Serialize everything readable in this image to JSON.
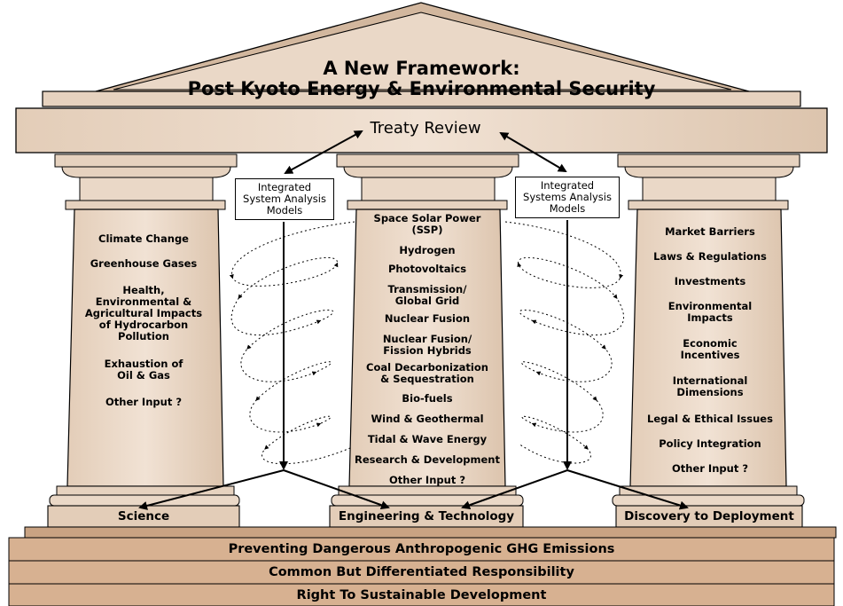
{
  "title": {
    "line1": "A New Framework:",
    "line2": "Post Kyoto Energy & Environmental Security"
  },
  "treaty_review": "Treaty Review",
  "models": {
    "left": [
      "Integrated",
      "System Analysis",
      "Models"
    ],
    "right": [
      "Integrated",
      "Systems Analysis",
      "Models"
    ]
  },
  "pillars": {
    "science": {
      "label": "Science",
      "items": [
        "Climate Change",
        "Greenhouse Gases",
        "Health,\nEnvironmental &\nAgricultural Impacts\nof Hydrocarbon\nPollution",
        "Exhaustion of\nOil & Gas",
        "Other Input ?"
      ]
    },
    "engineering": {
      "label": "Engineering & Technology",
      "items": [
        "Space Solar Power\n(SSP)",
        "Hydrogen",
        "Photovoltaics",
        "Transmission/\nGlobal Grid",
        "Nuclear Fusion",
        "Nuclear Fusion/\nFission Hybrids",
        "Coal Decarbonization\n& Sequestration",
        "Bio-fuels",
        "Wind & Geothermal",
        "Tidal & Wave Energy",
        "Research & Development",
        "Other Input ?"
      ]
    },
    "deployment": {
      "label": "Discovery to Deployment",
      "items": [
        "Market Barriers",
        "Laws & Regulations",
        "Investments",
        "Environmental\nImpacts",
        "Economic\nIncentives",
        "International\nDimensions",
        "Legal & Ethical Issues",
        "Policy Integration",
        "Other Input ?"
      ]
    }
  },
  "foundation": [
    "Preventing Dangerous Anthropogenic GHG Emissions",
    "Common But Differentiated Responsibility",
    "Right To Sustainable Development"
  ],
  "colors": {
    "stone": "#ead8c7",
    "stone_dark": "#d8c0a8",
    "foundation": "#d7b191",
    "ink": "#000000"
  }
}
